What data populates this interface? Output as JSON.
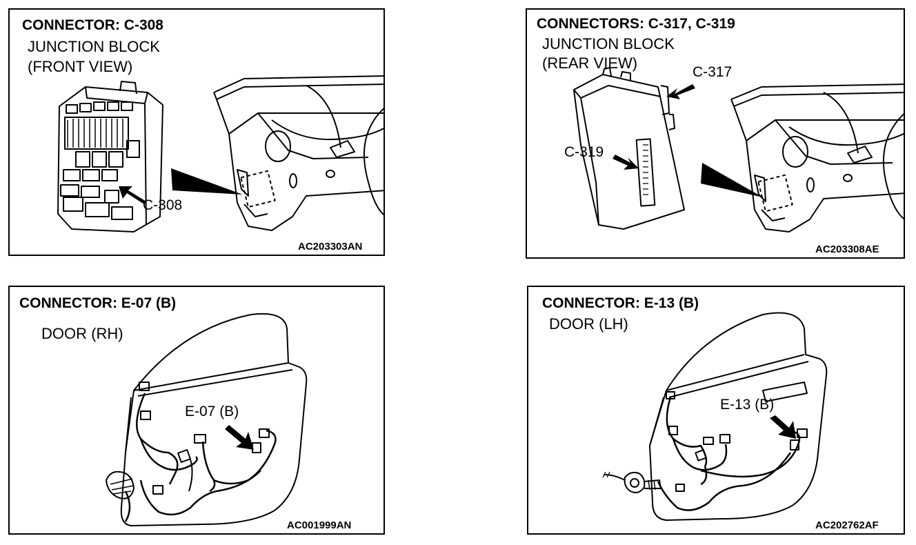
{
  "panels": [
    {
      "title": "CONNECTOR: C-308",
      "subtitle_lines": [
        "JUNCTION BLOCK",
        "(FRONT VIEW)"
      ],
      "callouts": [
        "C-308"
      ],
      "code": "AC203303AN"
    },
    {
      "title": "CONNECTORS: C-317, C-319",
      "subtitle_lines": [
        "JUNCTION BLOCK",
        "(REAR VIEW)"
      ],
      "callouts": [
        "C-317",
        "C-319"
      ],
      "code": "AC203308AE"
    },
    {
      "title": "CONNECTOR: E-07 (B)",
      "subtitle_lines": [
        "DOOR (RH)"
      ],
      "callouts": [
        "E-07 (B)"
      ],
      "code": "AC001999AN"
    },
    {
      "title": "CONNECTOR: E-13 (B)",
      "subtitle_lines": [
        "DOOR (LH)"
      ],
      "callouts": [
        "E-13 (B)"
      ],
      "code": "AC202762AF"
    }
  ]
}
